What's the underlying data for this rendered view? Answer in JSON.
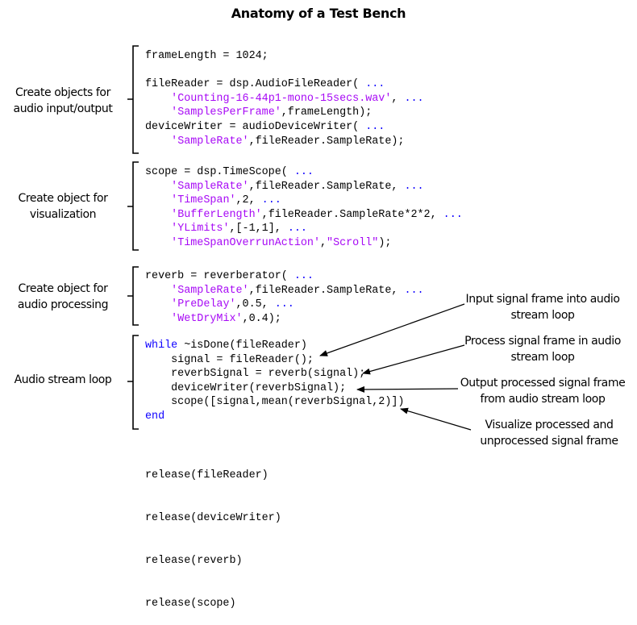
{
  "title": "Anatomy of a Test Bench",
  "colors": {
    "keyword": "#0e00ff",
    "string": "#a709f5",
    "text": "#000000"
  },
  "sections": [
    {
      "label": "Create objects for audio input/output",
      "label_lines": [
        "Create objects for",
        "audio input/output"
      ],
      "code": [
        [
          {
            "t": "frameLength = 1024;"
          }
        ],
        [],
        [
          {
            "t": "fileReader = dsp.AudioFileReader( "
          },
          {
            "t": "...",
            "c": "cont"
          }
        ],
        [
          {
            "t": "    "
          },
          {
            "t": "'Counting-16-44p1-mono-15secs.wav'",
            "c": "str"
          },
          {
            "t": ", "
          },
          {
            "t": "...",
            "c": "cont"
          }
        ],
        [
          {
            "t": "    "
          },
          {
            "t": "'SamplesPerFrame'",
            "c": "str"
          },
          {
            "t": ",frameLength);"
          }
        ],
        [
          {
            "t": "deviceWriter = audioDeviceWriter( "
          },
          {
            "t": "...",
            "c": "cont"
          }
        ],
        [
          {
            "t": "    "
          },
          {
            "t": "'SampleRate'",
            "c": "str"
          },
          {
            "t": ",fileReader.SampleRate);"
          }
        ]
      ]
    },
    {
      "label": "Create object for visualization",
      "label_lines": [
        "Create object for",
        "visualization"
      ],
      "code": [
        [
          {
            "t": "scope = dsp.TimeScope( "
          },
          {
            "t": "...",
            "c": "cont"
          }
        ],
        [
          {
            "t": "    "
          },
          {
            "t": "'SampleRate'",
            "c": "str"
          },
          {
            "t": ",fileReader.SampleRate, "
          },
          {
            "t": "...",
            "c": "cont"
          }
        ],
        [
          {
            "t": "    "
          },
          {
            "t": "'TimeSpan'",
            "c": "str"
          },
          {
            "t": ",2, "
          },
          {
            "t": "...",
            "c": "cont"
          }
        ],
        [
          {
            "t": "    "
          },
          {
            "t": "'BufferLength'",
            "c": "str"
          },
          {
            "t": ",fileReader.SampleRate*2*2, "
          },
          {
            "t": "...",
            "c": "cont"
          }
        ],
        [
          {
            "t": "    "
          },
          {
            "t": "'YLimits'",
            "c": "str"
          },
          {
            "t": ",[-1,1], "
          },
          {
            "t": "...",
            "c": "cont"
          }
        ],
        [
          {
            "t": "    "
          },
          {
            "t": "'TimeSpanOverrunAction'",
            "c": "str"
          },
          {
            "t": ","
          },
          {
            "t": "\"Scroll\"",
            "c": "str"
          },
          {
            "t": ");"
          }
        ]
      ]
    },
    {
      "label": "Create object for audio processing",
      "label_lines": [
        "Create object for",
        "audio processing"
      ],
      "code": [
        [
          {
            "t": "reverb = reverberator( "
          },
          {
            "t": "...",
            "c": "cont"
          }
        ],
        [
          {
            "t": "    "
          },
          {
            "t": "'SampleRate'",
            "c": "str"
          },
          {
            "t": ",fileReader.SampleRate, "
          },
          {
            "t": "...",
            "c": "cont"
          }
        ],
        [
          {
            "t": "    "
          },
          {
            "t": "'PreDelay'",
            "c": "str"
          },
          {
            "t": ",0.5, "
          },
          {
            "t": "...",
            "c": "cont"
          }
        ],
        [
          {
            "t": "    "
          },
          {
            "t": "'WetDryMix'",
            "c": "str"
          },
          {
            "t": ",0.4);"
          }
        ]
      ]
    },
    {
      "label": "Audio stream loop",
      "label_lines": [
        "Audio stream loop"
      ],
      "code": [
        [
          {
            "t": "while",
            "c": "kw"
          },
          {
            "t": " ~isDone(fileReader)"
          }
        ],
        [
          {
            "t": "    signal = fileReader();"
          }
        ],
        [
          {
            "t": "    reverbSignal = reverb(signal);"
          }
        ],
        [
          {
            "t": "    deviceWriter(reverbSignal);"
          }
        ],
        [
          {
            "t": "    scope([signal,mean(reverbSignal,2)])"
          }
        ],
        [
          {
            "t": "end",
            "c": "kw"
          }
        ]
      ]
    }
  ],
  "release_code": [
    "release(fileReader)",
    "release(deviceWriter)",
    "release(reverb)",
    "release(scope)"
  ],
  "annotations": [
    {
      "text": "Input signal frame into audio stream loop",
      "lines": [
        "Input signal frame into audio",
        "stream loop"
      ],
      "points_to": "signal = fileReader();"
    },
    {
      "text": "Process signal frame in audio stream loop",
      "lines": [
        "Process signal frame in audio",
        "stream loop"
      ],
      "points_to": "reverbSignal = reverb(signal);"
    },
    {
      "text": "Output processed signal frame from audio stream loop",
      "lines": [
        "Output processed signal frame",
        "from audio stream loop"
      ],
      "points_to": "deviceWriter(reverbSignal);"
    },
    {
      "text": "Visualize processed and unprocessed signal frame",
      "lines": [
        "Visualize processed and",
        "unprocessed signal frame"
      ],
      "points_to": "scope([signal,mean(reverbSignal,2)])"
    }
  ]
}
